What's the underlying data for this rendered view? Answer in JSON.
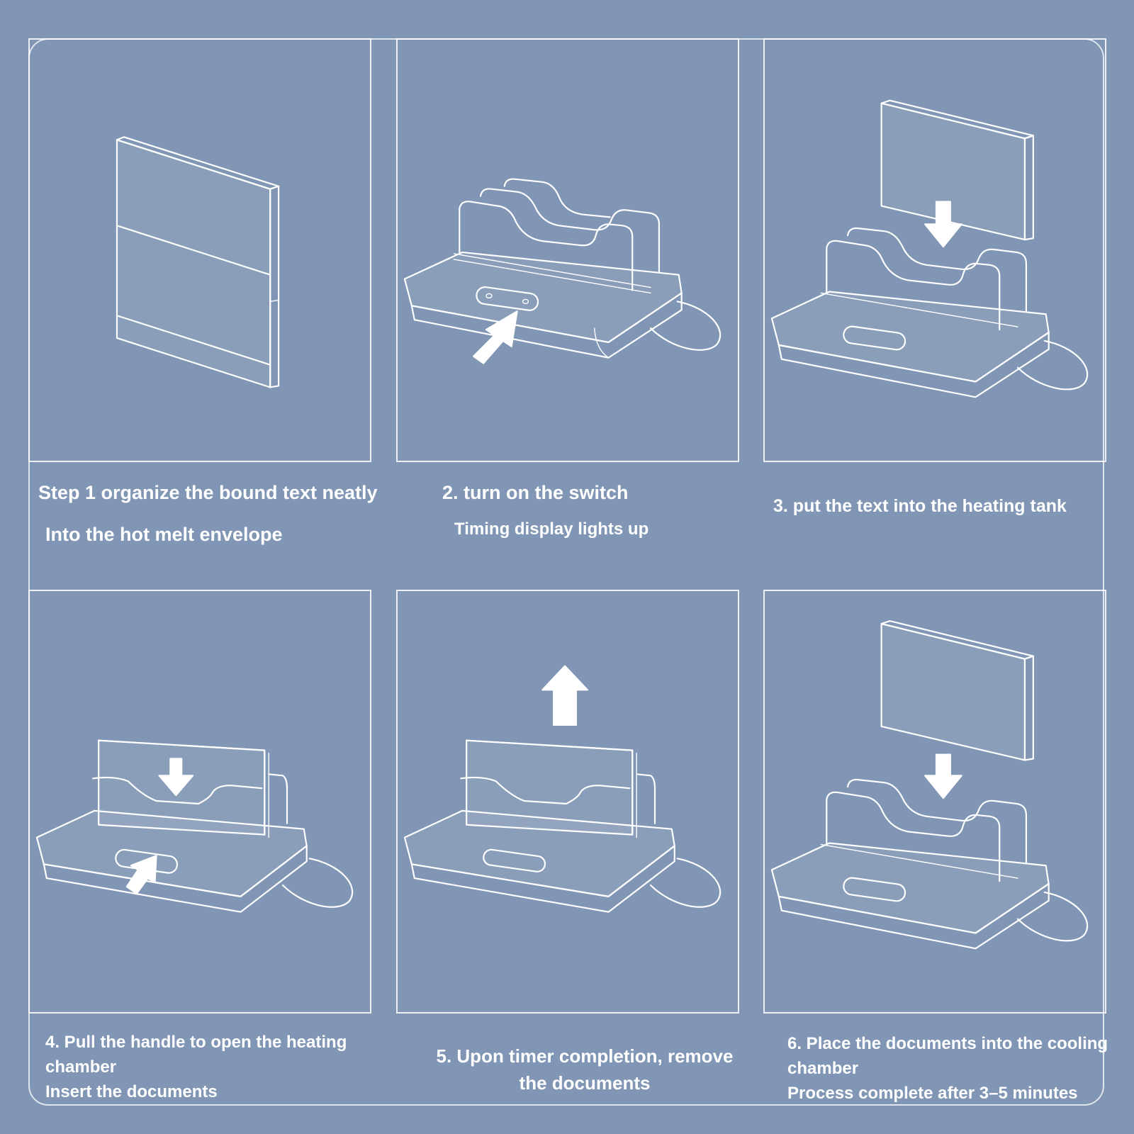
{
  "colors": {
    "background": "#8096b4",
    "line": "#ffffff"
  },
  "steps": [
    {
      "lines": [
        "Step 1 organize the bound text neatly",
        "Into the hot melt envelope"
      ]
    },
    {
      "lines": [
        "2. turn on the switch",
        "Timing display lights up"
      ]
    },
    {
      "lines": [
        "3. put the text into the heating tank"
      ]
    },
    {
      "lines": [
        "4. Pull the handle to open the heating",
        "chamber",
        "Insert the documents"
      ]
    },
    {
      "lines": [
        "5. Upon timer completion, remove",
        "the documents"
      ]
    },
    {
      "lines": [
        "6. Place the documents into the cooling",
        "chamber",
        "Process complete after 3–5 minutes"
      ]
    }
  ]
}
